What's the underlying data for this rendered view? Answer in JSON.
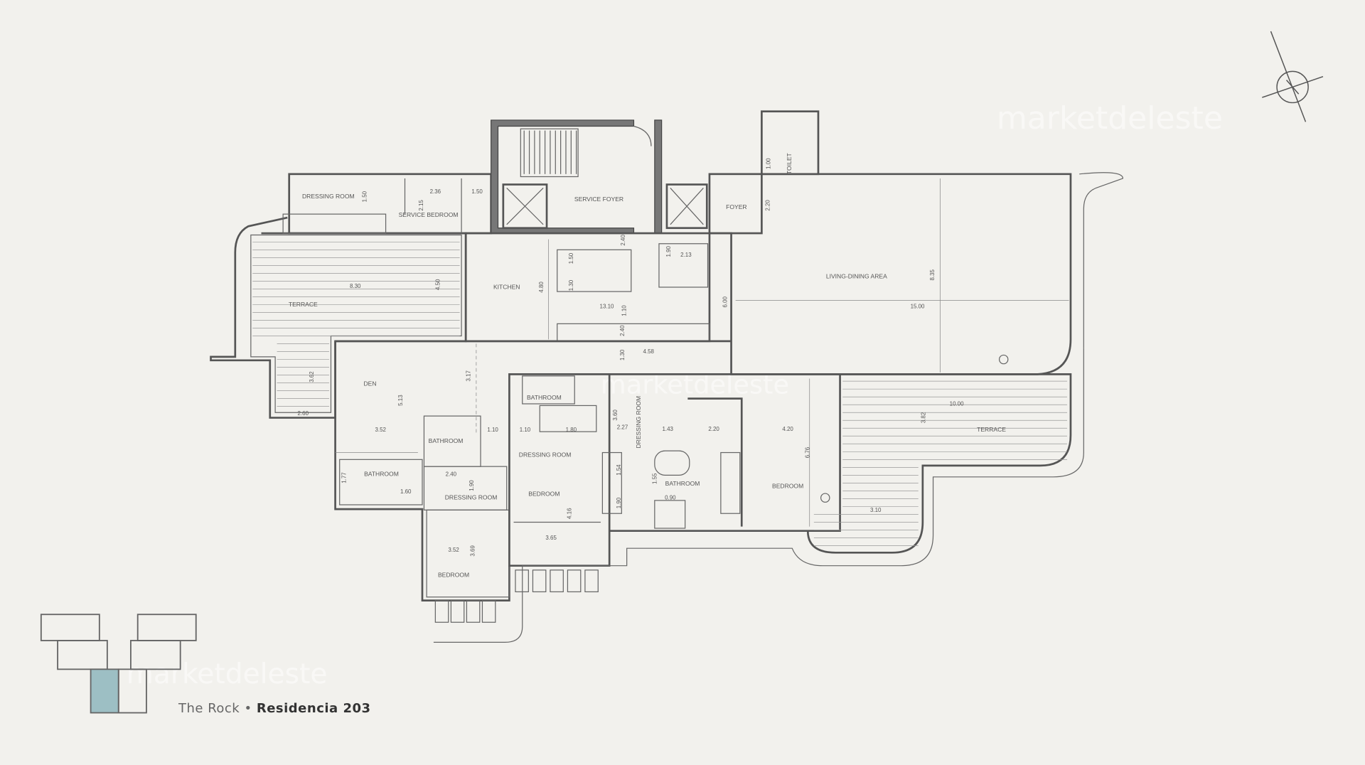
{
  "caption": {
    "project": "The Rock",
    "separator": "•",
    "unit": "Residencia 203"
  },
  "watermark": "marketdeleste",
  "colors": {
    "background": "#f2f1ed",
    "logo_highlight": "#9dbfc4",
    "walls": "#555555"
  },
  "icons": {
    "compass": "north-arrow-icon",
    "logo": "building-blocks-logo"
  },
  "rooms": [
    "DRESSING ROOM",
    "SERVICE BEDROOM",
    "SERVICE FOYER",
    "FOYER",
    "TOILET",
    "KITCHEN",
    "LIVING-DINING AREA",
    "TERRACE",
    "DEN",
    "BATHROOM",
    "BATHROOM",
    "BATHROOM",
    "DRESSING ROOM",
    "DRESSING ROOM",
    "BEDROOM",
    "DRESSING ROOM",
    "BATHROOM",
    "BEDROOM",
    "TERRACE",
    "BEDROOM"
  ],
  "dimensions": [
    "8.30",
    "4.50",
    "3.62",
    "2.60",
    "5.13",
    "3.17",
    "3.52",
    "1.10",
    "1.10",
    "1.80",
    "4.80",
    "1.50",
    "1.30",
    "1.10",
    "13.10",
    "2.40",
    "1.30",
    "4.58",
    "6.00",
    "8.35",
    "15.00",
    "2.20",
    "1.00",
    "2.13",
    "1.90",
    "2.40",
    "2.36",
    "1.50",
    "1.50",
    "2.15",
    "3.60",
    "2.27",
    "1.43",
    "2.20",
    "4.20",
    "6.76",
    "10.00",
    "3.82",
    "3.10",
    "4.16",
    "3.65",
    "3.52",
    "3.69",
    "2.40",
    "1.90",
    "1.77",
    "1.60",
    "1.54",
    "1.90",
    "1.55",
    "0.90"
  ]
}
